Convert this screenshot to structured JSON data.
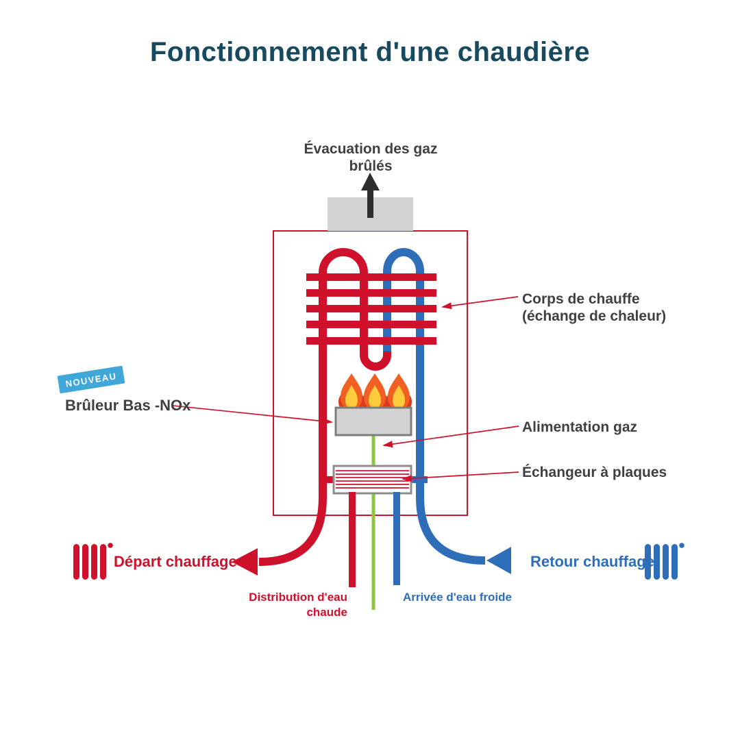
{
  "title": "Fonctionnement d'une chaudière",
  "colors": {
    "pipe_red": "#d0112b",
    "pipe_blue": "#2e6db8",
    "gas_green": "#8dc63f",
    "title_teal": "#184a5f",
    "badge_blue": "#3fa8d8",
    "box_gray": "#d3d3d3",
    "label_gray": "#3f4042",
    "flame_orange": "#f15f22",
    "flame_yellow": "#ffcb3d",
    "arrow_black": "#2e2e2e"
  },
  "labels": {
    "flue_gas": "Évacuation des gaz brûlés",
    "heat_body_line1": "Corps de chauffe",
    "heat_body_line2": "(échange de chaleur)",
    "badge": "NOUVEAU",
    "burner": "Brûleur Bas -NOx",
    "gas_supply": "Alimentation gaz",
    "plate_exchanger": "Échangeur à plaques",
    "heating_outlet": "Départ chauffage",
    "heating_return": "Retour chauffage",
    "hot_water": "Distribution d'eau chaude",
    "cold_water": "Arrivée d'eau froide"
  }
}
